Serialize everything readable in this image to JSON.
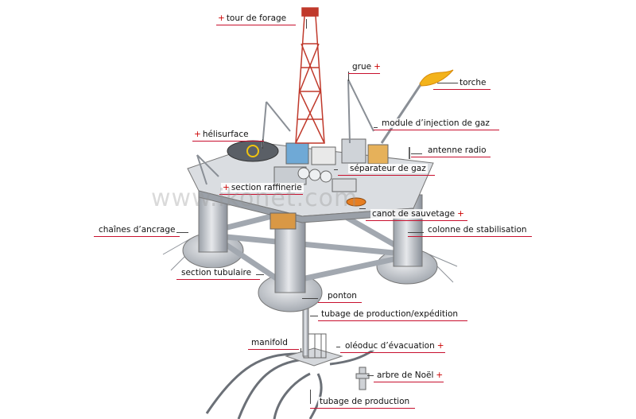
{
  "watermark": "www.ikonet.com",
  "labels": {
    "tour_de_forage": "tour de forage",
    "grue": "grue",
    "torche": "torche",
    "module_injection_gaz": "module d’injection de gaz",
    "antenne_radio": "antenne radio",
    "helisurface": "hélisurface",
    "separateur_gaz": "séparateur de gaz",
    "section_raffinerie": "section raffinerie",
    "canot_sauvetage": "canot de sauvetage",
    "chaines_ancrage": "chaînes d’ancrage",
    "colonne_stabilisation": "colonne de stabilisation",
    "section_tubulaire": "section tubulaire",
    "ponton": "ponton",
    "tubage_production_expedition": "tubage de production/expédition",
    "manifold": "manifold",
    "oleoduc_evacuation": "oléoduc d’évacuation",
    "arbre_noel": "arbre de Noël",
    "tubage_production": "tubage de production"
  },
  "colors": {
    "accent_red": "#c8102e",
    "steel": "#c9ccd1",
    "steel_dark": "#8f959d",
    "derrick_red": "#c0392b",
    "flame": "#f3b31b"
  }
}
